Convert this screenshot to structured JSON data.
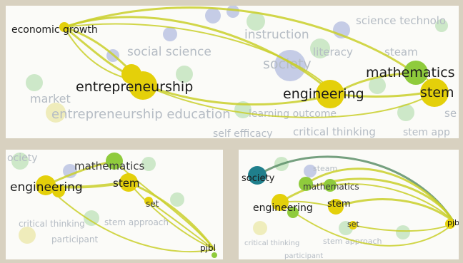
{
  "colors": {
    "frame": "#d8d1c0",
    "panel_bg": "#fbfbf8",
    "edge_yellow": "#c9cf2a",
    "node_yellow": "#e4d00a",
    "node_green": "#8fcb3c",
    "node_teal": "#1f7f8c",
    "bg_blue": "#9aa7d8",
    "bg_green": "#a8d9a2"
  },
  "panel_top": {
    "labels": {
      "economic_growth": "economic growth",
      "entrepreneurship": "entrepreneurship",
      "engineering": "engineering",
      "mathematics": "mathematics",
      "stem": "stem"
    },
    "faded_labels": {
      "science_technology": "science technolo",
      "instruction": "instruction",
      "social_science": "social science",
      "literacy": "literacy",
      "steam": "steam",
      "society": "society",
      "market": "market",
      "entrepreneurship_education": "entrepreneurship education",
      "learning_outcome": "learning outcome",
      "se": "se",
      "self_efficacy": "self efficacy",
      "critical_thinking": "critical thinking",
      "stem_approach": "stem app"
    }
  },
  "panel_bottom_left": {
    "labels": {
      "mathematics": "mathematics",
      "engineering": "engineering",
      "stem": "stem",
      "set": "set",
      "pjbl": "pjbl"
    },
    "faded_labels": {
      "society": "ociety",
      "critical_thinking": "critical thinking",
      "stem_approach": "stem approach",
      "participant": "participant"
    }
  },
  "panel_bottom_right": {
    "labels": {
      "society": "society",
      "mathematics": "mathematics",
      "engineering": "engineering",
      "stem": "stem",
      "set": "set",
      "pjbl": "pjbl"
    },
    "faded_labels": {
      "steam": "steam",
      "critical_thinking": "critical thinking",
      "stem_approach": "stem approach",
      "participant": "participant"
    }
  }
}
